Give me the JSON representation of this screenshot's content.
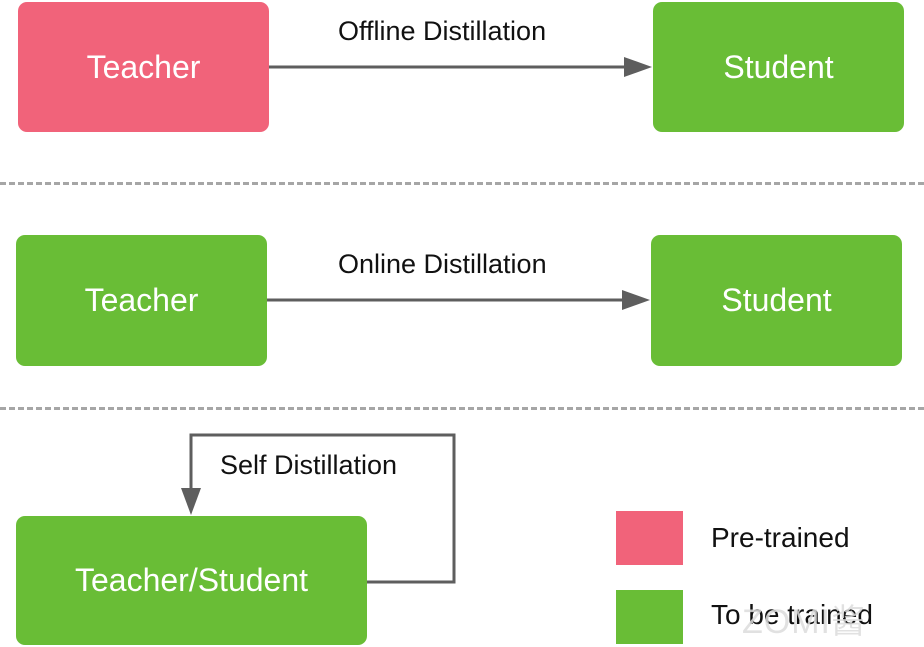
{
  "colors": {
    "pretrained": "#f1637a",
    "to_be_trained": "#69bd36",
    "arrow": "#5e5e5e",
    "separator": "#a6a6a6"
  },
  "offline": {
    "teacher": "Teacher",
    "student": "Student",
    "label": "Offline Distillation"
  },
  "online": {
    "teacher": "Teacher",
    "student": "Student",
    "label": "Online Distillation"
  },
  "self": {
    "node": "Teacher/Student",
    "label": "Self Distillation"
  },
  "legend": {
    "pretrained": "Pre-trained",
    "to_be_trained": "To be trained"
  },
  "watermark": "ZOMI酱"
}
